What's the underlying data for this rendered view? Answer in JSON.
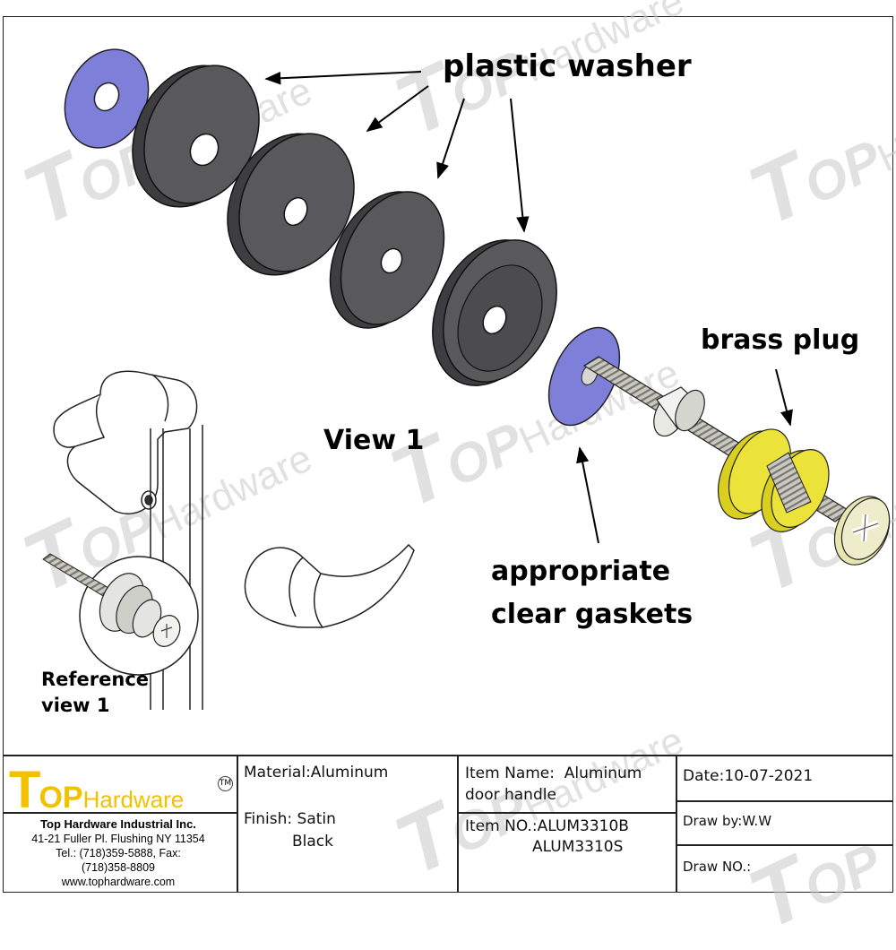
{
  "watermark": {
    "brand_initial": "T",
    "brand_op": "OP",
    "brand_hw": "Hardware",
    "tm": "TM"
  },
  "callouts": {
    "plastic_washer": "plastic washer",
    "brass_plug": "brass plug",
    "view1": "View 1",
    "gaskets_line1": "appropriate",
    "gaskets_line2": "clear gaskets",
    "reference_line1": "Reference",
    "reference_line2": "view 1"
  },
  "title_block": {
    "logo": {
      "t": "T",
      "op": "OP",
      "hw": "Hardware",
      "tm": "TM"
    },
    "company": {
      "name": "Top Hardware Industrial Inc.",
      "address": "41-21 Fuller Pl. Flushing NY 11354",
      "tel": "Tel.: (718)359-5888,  Fax:",
      "fax": "(718)358-8809",
      "website": "www.tophardware.com"
    },
    "material_label": "Material:",
    "material_value": "Aluminum",
    "finish_label": "Finish:",
    "finish_value_line1": "Satin",
    "finish_value_line2": "Black",
    "item_name_label": "Item Name:",
    "item_name_line1": "Aluminum",
    "item_name_line2": "door handle",
    "item_no_label": "Item NO.:",
    "item_no_1": "ALUM3310B",
    "item_no_2": "ALUM3310S",
    "date_label": "Date:",
    "date_value": "10-07-2021",
    "draw_by_label": "Draw by:",
    "draw_by_value": "W.W",
    "draw_no_label": "Draw NO.:",
    "draw_no_value": ""
  },
  "colors": {
    "washer_blue": "#7e7fd8",
    "washer_dark": "#555558",
    "brass": "#e7dc2a",
    "logo_yellow": "#f2c100"
  }
}
